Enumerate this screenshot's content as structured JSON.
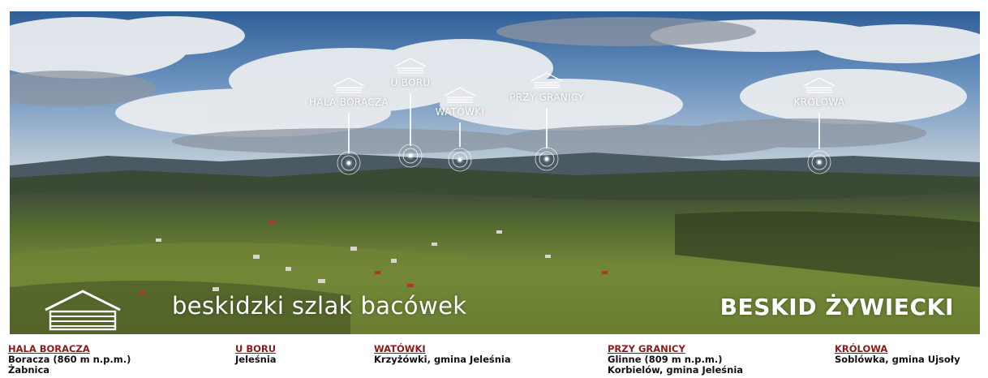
{
  "markers": [
    {
      "id": "hala-boracza",
      "label": "HALA BORACZA"
    },
    {
      "id": "u-boru",
      "label": "U BORU"
    },
    {
      "id": "watowki",
      "label": "WATÓWKI"
    },
    {
      "id": "przy-granicy",
      "label": "PRZY GRANICY"
    },
    {
      "id": "krolowa",
      "label": "KRÓLOWA"
    }
  ],
  "brand": {
    "title": "beskidzki szlak bacówek",
    "region": "BESKID ŻYWIECKI"
  },
  "info": [
    {
      "name": "HALA BORACZA",
      "line1": "Boracza (860 m n.p.m.)",
      "line2": "Żabnica"
    },
    {
      "name": "U BORU",
      "line1": "Jeleśnia",
      "line2": ""
    },
    {
      "name": "WATÓWKI",
      "line1": "Krzyżówki, gmina Jeleśnia",
      "line2": ""
    },
    {
      "name": "PRZY GRANICY",
      "line1": "Glinne (809 m n.p.m.)",
      "line2": "Korbielów, gmina Jeleśnia"
    },
    {
      "name": "KRÓLOWA",
      "line1": "Soblówka, gmina Ujsoły",
      "line2": ""
    }
  ],
  "colors": {
    "info_name": "#8b1a1a",
    "sky": "#3a6fa8",
    "grass": "#6e8a3a"
  }
}
